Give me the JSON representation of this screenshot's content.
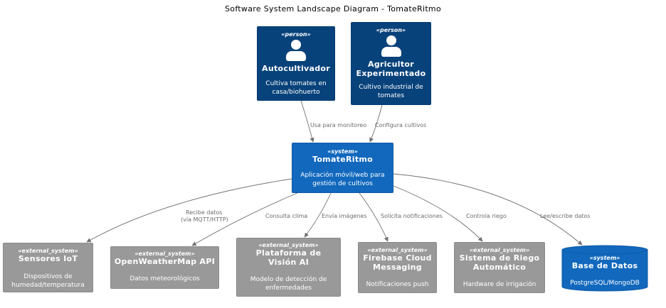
{
  "title": "Software System Landscape Diagram - TomateRitmo",
  "colors": {
    "person": "#08427B",
    "system": "#1168BD",
    "external": "#999999",
    "edge": "#707070"
  },
  "nodes": {
    "autocultivador": {
      "stereotype": "«person»",
      "name": "Autocultivador",
      "desc": "Cultiva tomates en casa/biohuerto",
      "icon": "person-icon"
    },
    "agricultor": {
      "stereotype": "«person»",
      "name": "Agricultor Experimentado",
      "desc": "Cultivo industrial de tomates",
      "icon": "person-icon"
    },
    "tomateritmo": {
      "stereotype": "«system»",
      "name": "TomateRitmo",
      "desc": "Aplicación móvil/web para gestión de cultivos"
    },
    "sensores": {
      "stereotype": "«external_system»",
      "name": "Sensores IoT",
      "desc": "Dispositivos de humedad/temperatura"
    },
    "openweather": {
      "stereotype": "«external_system»",
      "name": "OpenWeatherMap API",
      "desc": "Datos meteorológicos"
    },
    "vision": {
      "stereotype": "«external_system»",
      "name": "Plataforma de Visión AI",
      "desc": "Modelo de detección de enfermedades"
    },
    "firebase": {
      "stereotype": "«external_system»",
      "name": "Firebase Cloud Messaging",
      "desc": "Notificaciones push"
    },
    "riego": {
      "stereotype": "«external_system»",
      "name": "Sistema de Riego Automático",
      "desc": "Hardware de irrigación"
    },
    "basedatos": {
      "stereotype": "«system»",
      "name": "Base de Datos",
      "desc": "PostgreSQL/MongoDB"
    }
  },
  "edges": {
    "e1": {
      "from": "Autocultivador",
      "to": "TomateRitmo",
      "label": "Usa para monitoreo"
    },
    "e2": {
      "from": "Agricultor Experimentado",
      "to": "TomateRitmo",
      "label": "Configura cultivos"
    },
    "e3": {
      "from": "TomateRitmo",
      "to": "Sensores IoT",
      "label": "Recibe datos",
      "label2": "(vía MQTT/HTTP)"
    },
    "e4": {
      "from": "TomateRitmo",
      "to": "OpenWeatherMap API",
      "label": "Consulta clima"
    },
    "e5": {
      "from": "TomateRitmo",
      "to": "Plataforma de Visión AI",
      "label": "Envía imágenes"
    },
    "e6": {
      "from": "TomateRitmo",
      "to": "Firebase Cloud Messaging",
      "label": "Solicita notificaciones"
    },
    "e7": {
      "from": "TomateRitmo",
      "to": "Sistema de Riego Automático",
      "label": "Controla riego"
    },
    "e8": {
      "from": "TomateRitmo",
      "to": "Base de Datos",
      "label": "Lee/escribe datos"
    }
  }
}
